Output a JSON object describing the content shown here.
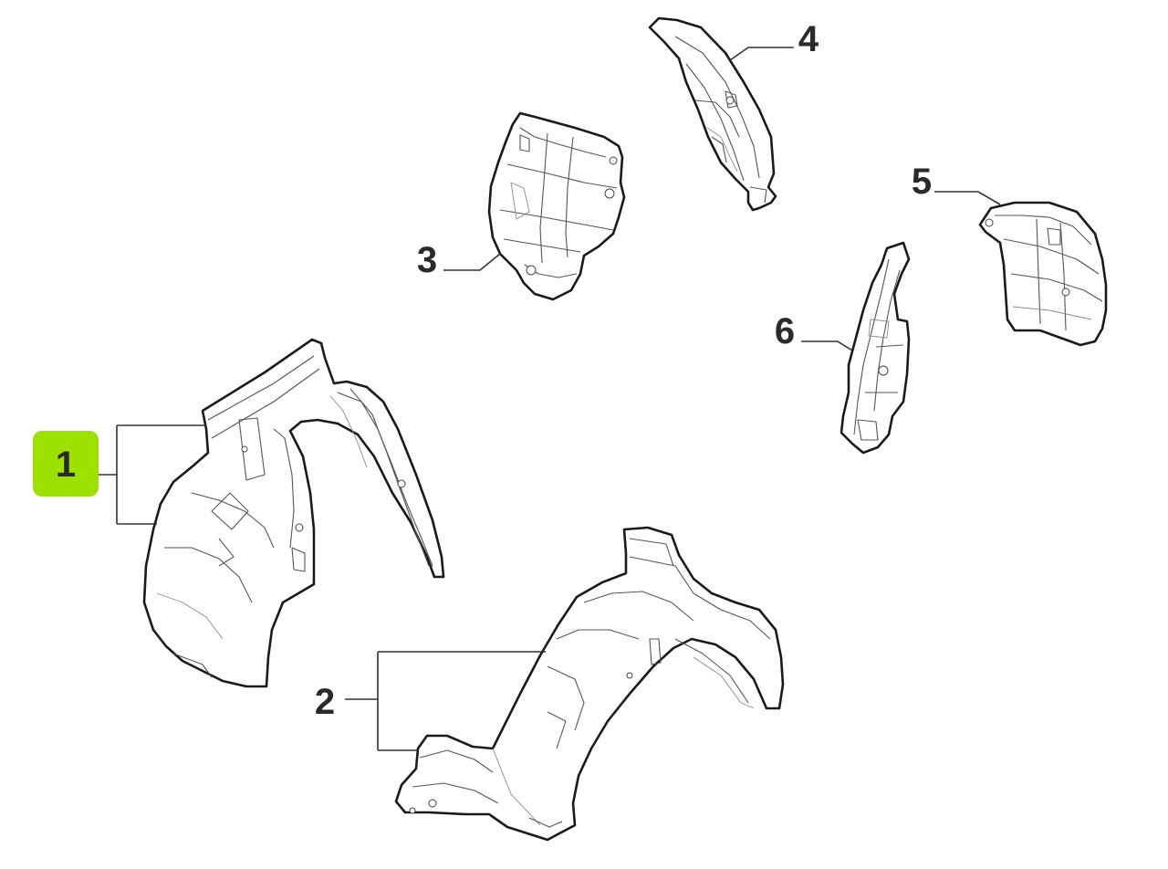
{
  "diagram": {
    "callouts": [
      {
        "id": "1",
        "label": "1",
        "highlighted": true
      },
      {
        "id": "2",
        "label": "2",
        "highlighted": false
      },
      {
        "id": "3",
        "label": "3",
        "highlighted": false
      },
      {
        "id": "4",
        "label": "4",
        "highlighted": false
      },
      {
        "id": "5",
        "label": "5",
        "highlighted": false
      },
      {
        "id": "6",
        "label": "6",
        "highlighted": false
      }
    ],
    "colors": {
      "highlight": "#9ee000",
      "text": "#2a2a2a",
      "outline": "#1a1a1a",
      "background": "#ffffff"
    }
  }
}
